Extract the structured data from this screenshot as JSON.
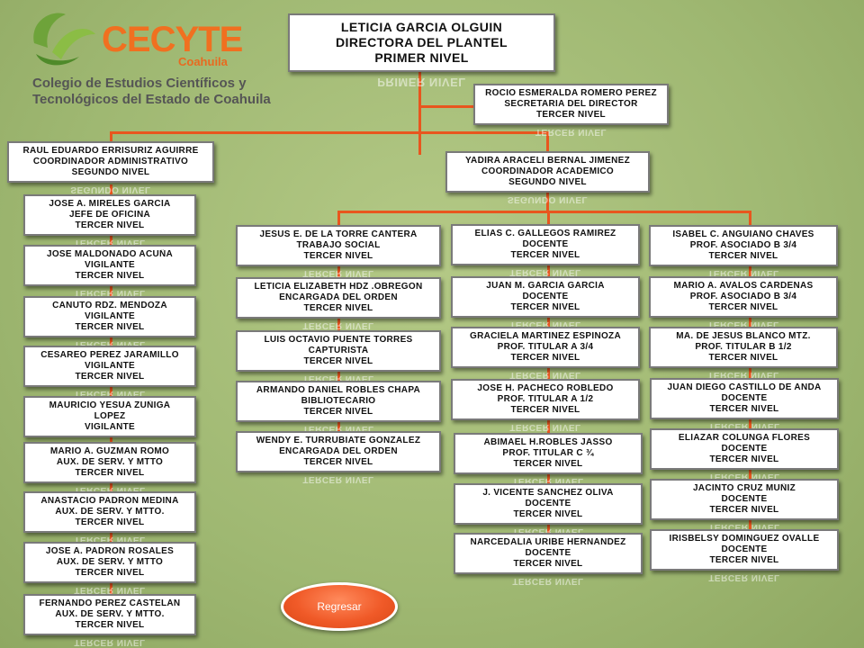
{
  "logo": {
    "brand": "CECYTE",
    "region": "Coahuila",
    "line1": "Colegio de Estudios Científicos y",
    "line2": "Tecnológicos del Estado de Coahuila"
  },
  "director": [
    "LETICIA GARCIA OLGUIN",
    "DIRECTORA DEL PLANTEL",
    "PRIMER NIVEL"
  ],
  "secretary": [
    "ROCIO ESMERALDA ROMERO PEREZ",
    "SECRETARIA DEL DIRECTOR",
    "TERCER NIVEL"
  ],
  "admin_coord": [
    "RAUL EDUARDO ERRISURIZ AGUIRRE",
    "COORDINADOR ADMINISTRATIVO",
    "SEGUNDO NIVEL"
  ],
  "acad_coord": [
    "YADIRA ARACELI BERNAL JIMENEZ",
    "COORDINADOR ACADEMICO",
    "SEGUNDO NIVEL"
  ],
  "col1": [
    [
      "JOSE A. MIRELES GARCIA",
      "JEFE DE OFICINA",
      "TERCER NIVEL"
    ],
    [
      "JOSE MALDONADO ACUÑA",
      "VIGILANTE",
      "TERCER NIVEL"
    ],
    [
      "CANUTO RDZ. MENDOZA",
      "VIGILANTE",
      "TERCER NIVEL"
    ],
    [
      "CESAREO PEREZ JARAMILLO",
      "VIGILANTE",
      "TERCER NIVEL"
    ],
    [
      "MAURICIO YESUA ZUÑIGA",
      "LOPEZ",
      "VIGILANTE"
    ],
    [
      "MARIO A. GUZMAN ROMO",
      "AUX. DE SERV. Y MTTO",
      "TERCER NIVEL"
    ],
    [
      "ANASTACIO PADRON MEDINA",
      "AUX. DE SERV. Y MTTO.",
      "TERCER NIVEL"
    ],
    [
      "JOSE A. PADRON ROSALES",
      "AUX. DE SERV. Y MTTO",
      "TERCER NIVEL"
    ],
    [
      "FERNANDO PEREZ CASTELAN",
      "AUX. DE SERV. Y MTTO.",
      "TERCER NIVEL"
    ]
  ],
  "col2": [
    [
      "JESUS E. DE LA TORRE CANTERA",
      "TRABAJO SOCIAL",
      "TERCER NIVEL"
    ],
    [
      "LETICIA ELIZABETH HDZ .OBREGON",
      "ENCARGADA DEL ORDEN",
      "TERCER NIVEL"
    ],
    [
      "LUIS OCTAVIO PUENTE TORRES",
      "CAPTURISTA",
      "TERCER NIVEL"
    ],
    [
      "ARMANDO DANIEL ROBLES CHAPA",
      "BIBLIOTECARIO",
      "TERCER NIVEL"
    ],
    [
      "WENDY E. TURRUBIATE GONZALEZ",
      "ENCARGADA DEL ORDEN",
      "TERCER NIVEL"
    ]
  ],
  "col3": [
    [
      "ELIAS C. GALLEGOS RAMIREZ",
      "DOCENTE",
      "TERCER NIVEL"
    ],
    [
      "JUAN M. GARCIA GARCÍA",
      "DOCENTE",
      "TERCER NIVEL"
    ],
    [
      "GRACIELA MARTINEZ ESPINOZA",
      "PROF. TITULAR A 3/4",
      "TERCER NIVEL"
    ],
    [
      "JOSE H. PACHECO ROBLEDO",
      "PROF. TITULAR A 1/2",
      "TERCER NIVEL"
    ],
    [
      "ABIMAEL H.ROBLES JASSO",
      "PROF. TITULAR C ¾",
      "TERCER NIVEL"
    ],
    [
      "J. VICENTE SANCHEZ OLIVA",
      "DOCENTE",
      "TERCER NIVEL"
    ],
    [
      "NARCEDALIA URIBE HERNANDEZ",
      "DOCENTE",
      "TERCER NIVEL"
    ]
  ],
  "col4": [
    [
      "ISABEL C. ANGUIANO CHAVES",
      "PROF. ASOCIADO B 3/4",
      "TERCER NIVEL"
    ],
    [
      "MARIO A. AVALOS CARDENAS",
      "PROF. ASOCIADO B 3/4",
      "TERCER NIVEL"
    ],
    [
      "MA. DE JESUS BLANCO MTZ.",
      "PROF. TITULAR B 1/2",
      "TERCER NIVEL"
    ],
    [
      "JUAN DIEGO CASTILLO DE ANDA",
      "DOCENTE",
      "TERCER NIVEL"
    ],
    [
      "ELIAZAR COLUNGA FLORES",
      "DOCENTE",
      "TERCER NIVEL"
    ],
    [
      "JACINTO CRUZ MUÑIZ",
      "DOCENTE",
      "TERCER NIVEL"
    ],
    [
      "IRISBELSY DOMINGUEZ OVALLE",
      "DOCENTE",
      "TERCER NIVEL"
    ]
  ],
  "button": {
    "label": "Regresar"
  },
  "colors": {
    "connector": "#e8561e",
    "button": "#f05a28",
    "background": "#a8bf7c"
  }
}
